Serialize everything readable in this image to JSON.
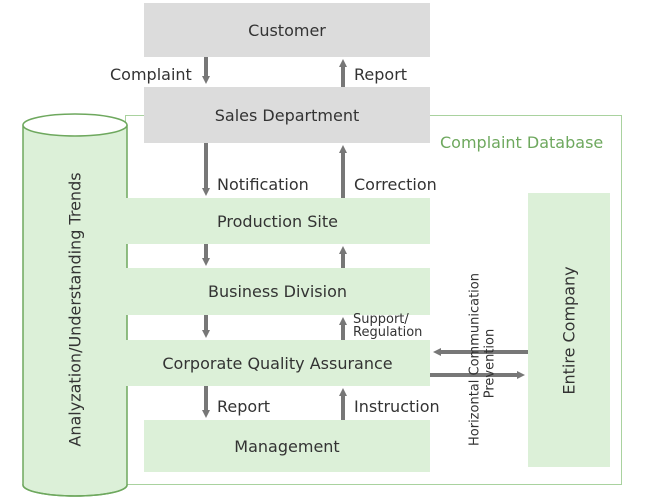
{
  "boxes": {
    "customer": "Customer",
    "sales": "Sales Department",
    "production": "Production Site",
    "business": "Business Division",
    "cqa": "Corporate Quality Assurance",
    "management": "Management",
    "entire_company": "Entire Company"
  },
  "database_label": "Complaint Database",
  "cylinder_label": "Analyzation/Understanding Trends",
  "arrow_labels": {
    "complaint": "Complaint",
    "report_up": "Report",
    "notification": "Notification",
    "correction": "Correction",
    "support_regulation": "Support/ Regulation",
    "report_down": "Report",
    "instruction": "Instruction",
    "horizontal_line1": "Horizontal Communication",
    "horizontal_line2": "Prevention"
  },
  "colors": {
    "gray_box": "#dcdcdc",
    "green_box": "#dcf0d8",
    "green_border": "#a9d29f",
    "green_title": "#6ea85e",
    "arrow": "#777777",
    "cylinder_fill": "#dcf0d8",
    "cylinder_stroke": "#6ea85e"
  }
}
